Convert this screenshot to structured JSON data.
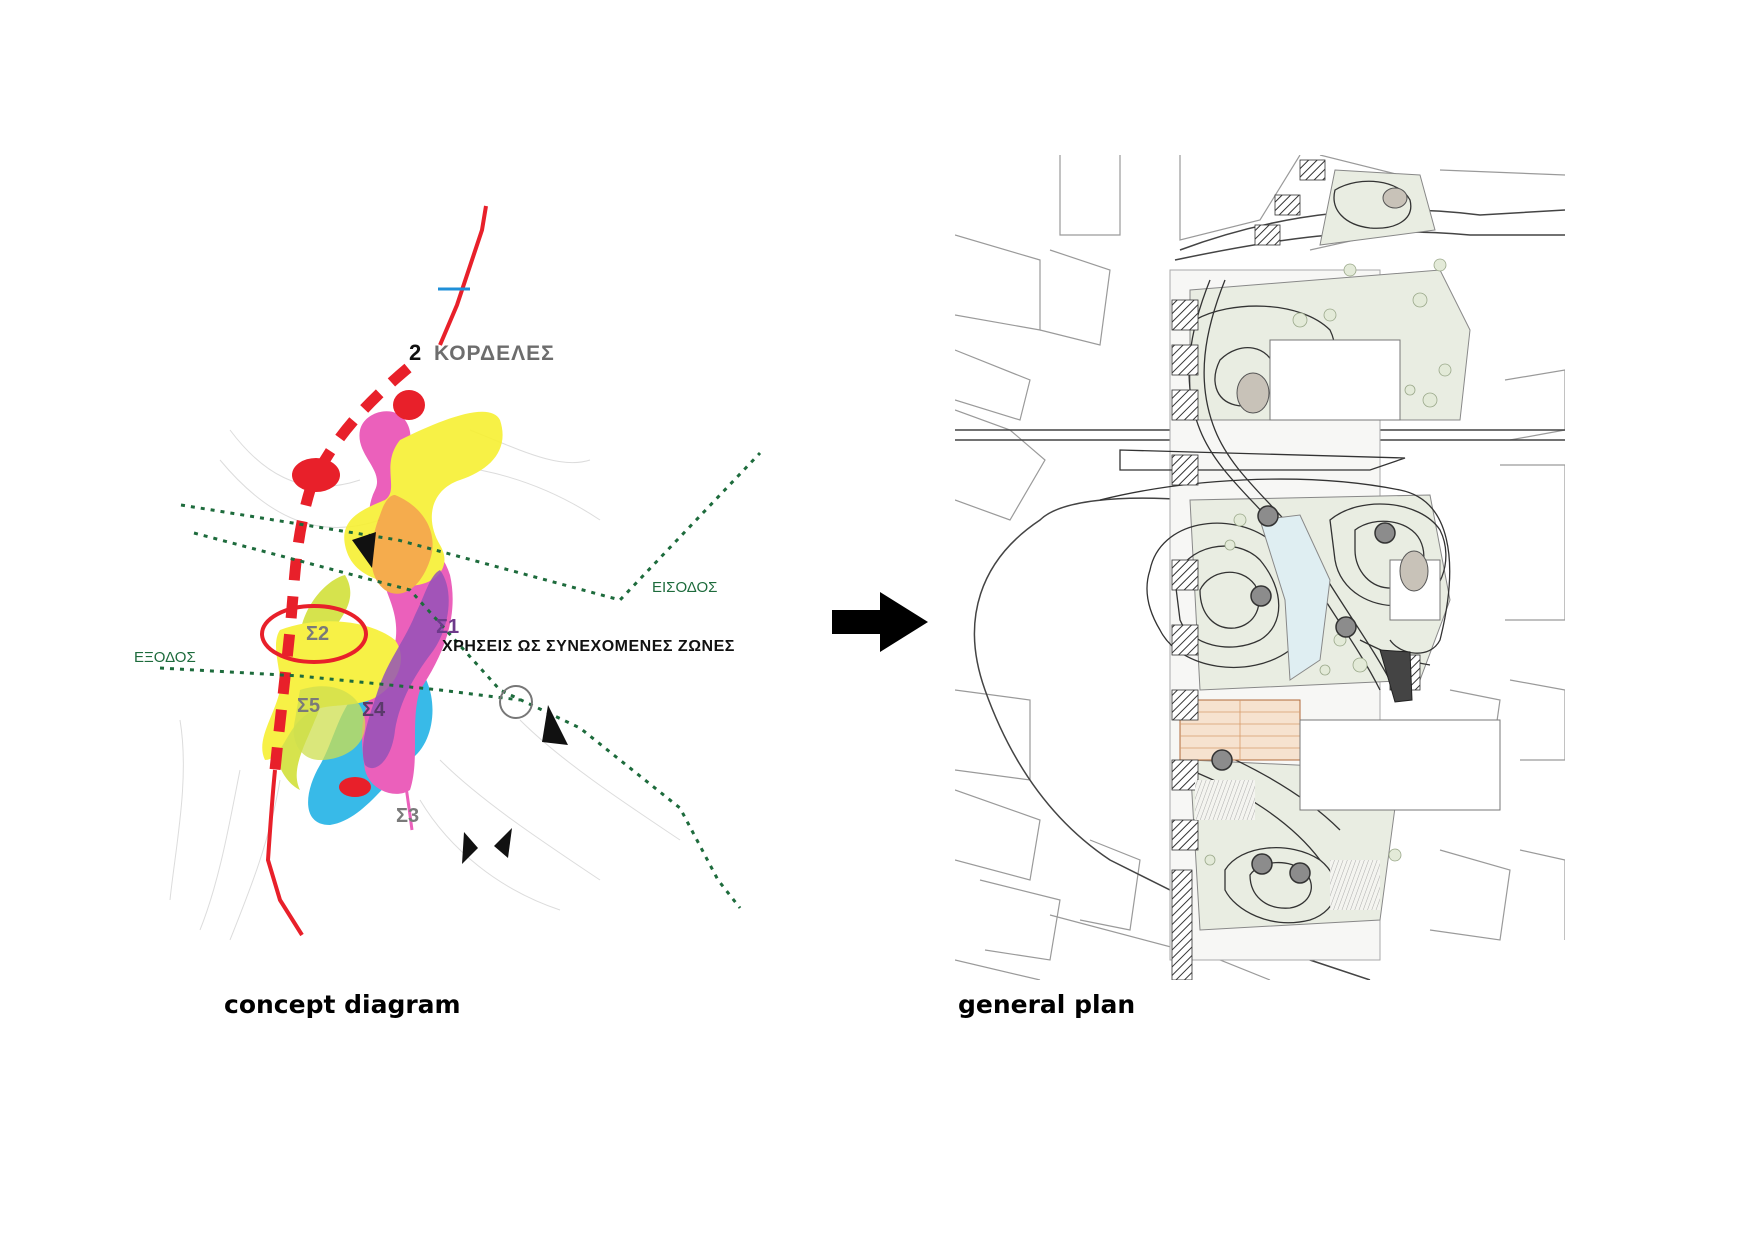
{
  "concept": {
    "caption": "concept diagram",
    "route_number": "2",
    "route_name": "ΚΟΡΔΕΛΕΣ",
    "zones_title": "ΧΡΗΣΕΙΣ ΩΣ ΣΥΝΕΧΟΜΕΝΕΣ ΖΩΝΕΣ",
    "entrance_label": "ΕΙΣΟΔΟΣ",
    "exit_label": "ΕΞΟΔΟΣ",
    "zone_labels": [
      "Σ1",
      "Σ2",
      "Σ3",
      "Σ4",
      "Σ5"
    ],
    "colors": {
      "route": "#e8202a",
      "path": "#1d6b3c",
      "yellow": "#f7f032",
      "magenta": "#e94fb4",
      "cyan": "#23b3e6",
      "orange": "#f5a43a",
      "lime": "#c9dc3c",
      "purple": "#8a3fb0",
      "label_grey": "#6d6d6d"
    }
  },
  "plan": {
    "caption": "general plan"
  }
}
